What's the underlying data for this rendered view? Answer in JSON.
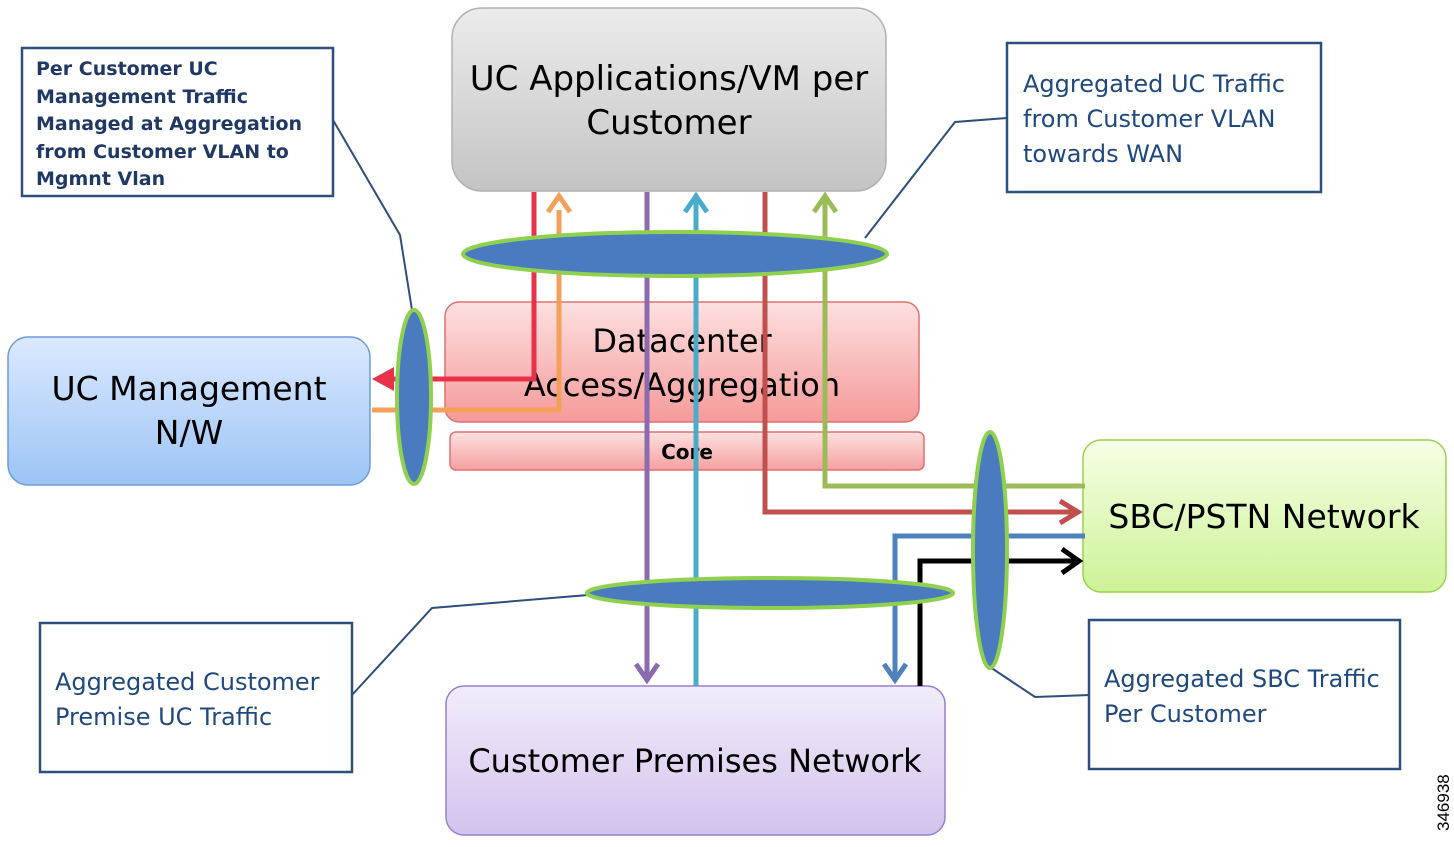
{
  "nodes": {
    "uc_apps": {
      "line1": "UC Applications/VM per",
      "line2": "Customer"
    },
    "datacenter": {
      "line1": "Datacenter",
      "line2": "Access/Aggregation"
    },
    "core": {
      "label": "Core"
    },
    "uc_mgmt": {
      "line1": "UC Management",
      "line2": "N/W"
    },
    "sbc_pstn": {
      "label": "SBC/PSTN Network"
    },
    "customer_premises": {
      "label": "Customer Premises Network"
    }
  },
  "callouts": {
    "mgmt_traffic": {
      "lines": [
        "Per Customer UC",
        "Management Traffic",
        "Managed at Aggregation",
        "from Customer VLAN to",
        "Mgmnt Vlan"
      ]
    },
    "uc_traffic": {
      "lines": [
        "Aggregated UC Traffic",
        "from Customer VLAN",
        "towards WAN"
      ]
    },
    "premise_traffic": {
      "lines": [
        "Aggregated Customer",
        "Premise UC Traffic"
      ]
    },
    "sbc_traffic": {
      "lines": [
        "Aggregated SBC  Traffic",
        "Per Customer"
      ]
    }
  },
  "figure_number": "346938",
  "colors": {
    "red_flow": "#e8324a",
    "orange_flow": "#f5a05a",
    "purple_flow": "#8c6ab0",
    "cyan_flow": "#4aaccb",
    "darkred_flow": "#c0504d",
    "green_flow": "#9bbb59",
    "blue_flow": "#4f81bd",
    "black_flow": "#000000",
    "ellipse_fill": "#4a7bbf",
    "ellipse_stroke": "#8fd14f",
    "callout_border": "#2e4e7e",
    "callout_text_dark": "#1f3864",
    "callout_text": "#1f497d"
  }
}
